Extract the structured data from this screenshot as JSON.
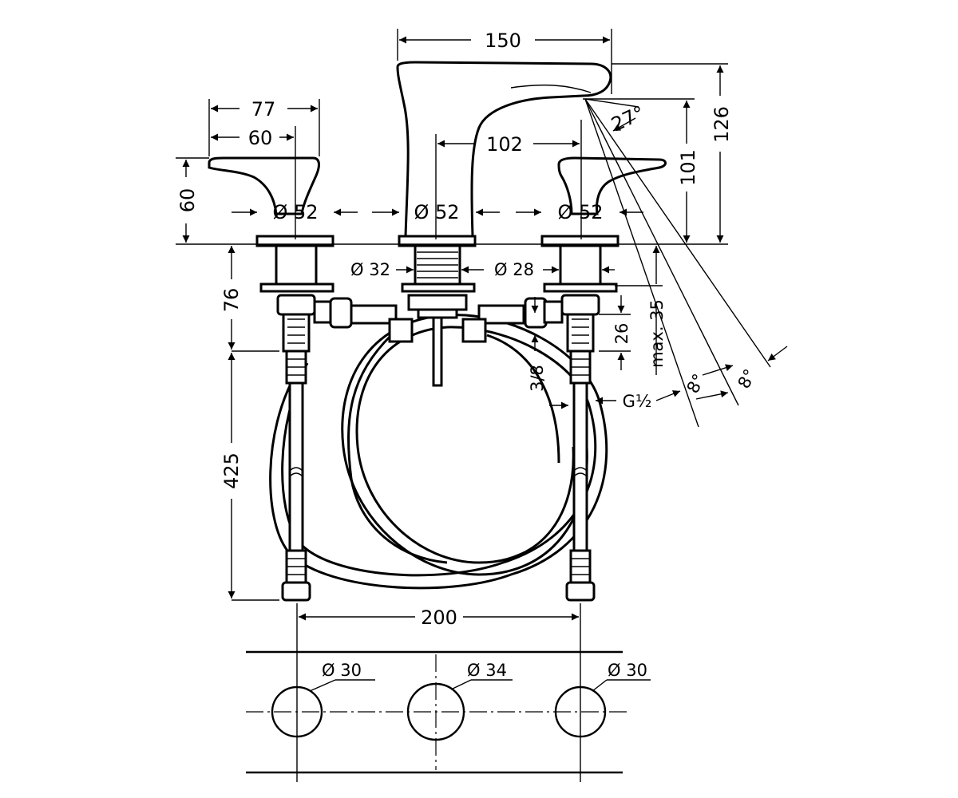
{
  "dimensions": {
    "spout_length": "150",
    "spout_height": "126",
    "spout_outlet_height": "101",
    "spout_reach": "102",
    "spray_angle": "27°",
    "handle_length": "77",
    "handle_reach": "60",
    "handle_height": "60",
    "rosette_left": "Ø 52",
    "rosette_center": "Ø 52",
    "rosette_right": "Ø 52",
    "thread_spout": "Ø 32",
    "thread_valve": "Ø 28",
    "shank_height": "76",
    "hose_length": "425",
    "max_thickness": "max. 35",
    "nut_height": "26",
    "connection_38": "3/8",
    "connection_g12": "G½",
    "angle_a": "8°",
    "angle_b": "8°",
    "spacing": "200",
    "hole_left": "Ø 30",
    "hole_center": "Ø 34",
    "hole_right": "Ø 30"
  },
  "colors": {
    "line": "#000000",
    "background": "#ffffff"
  }
}
